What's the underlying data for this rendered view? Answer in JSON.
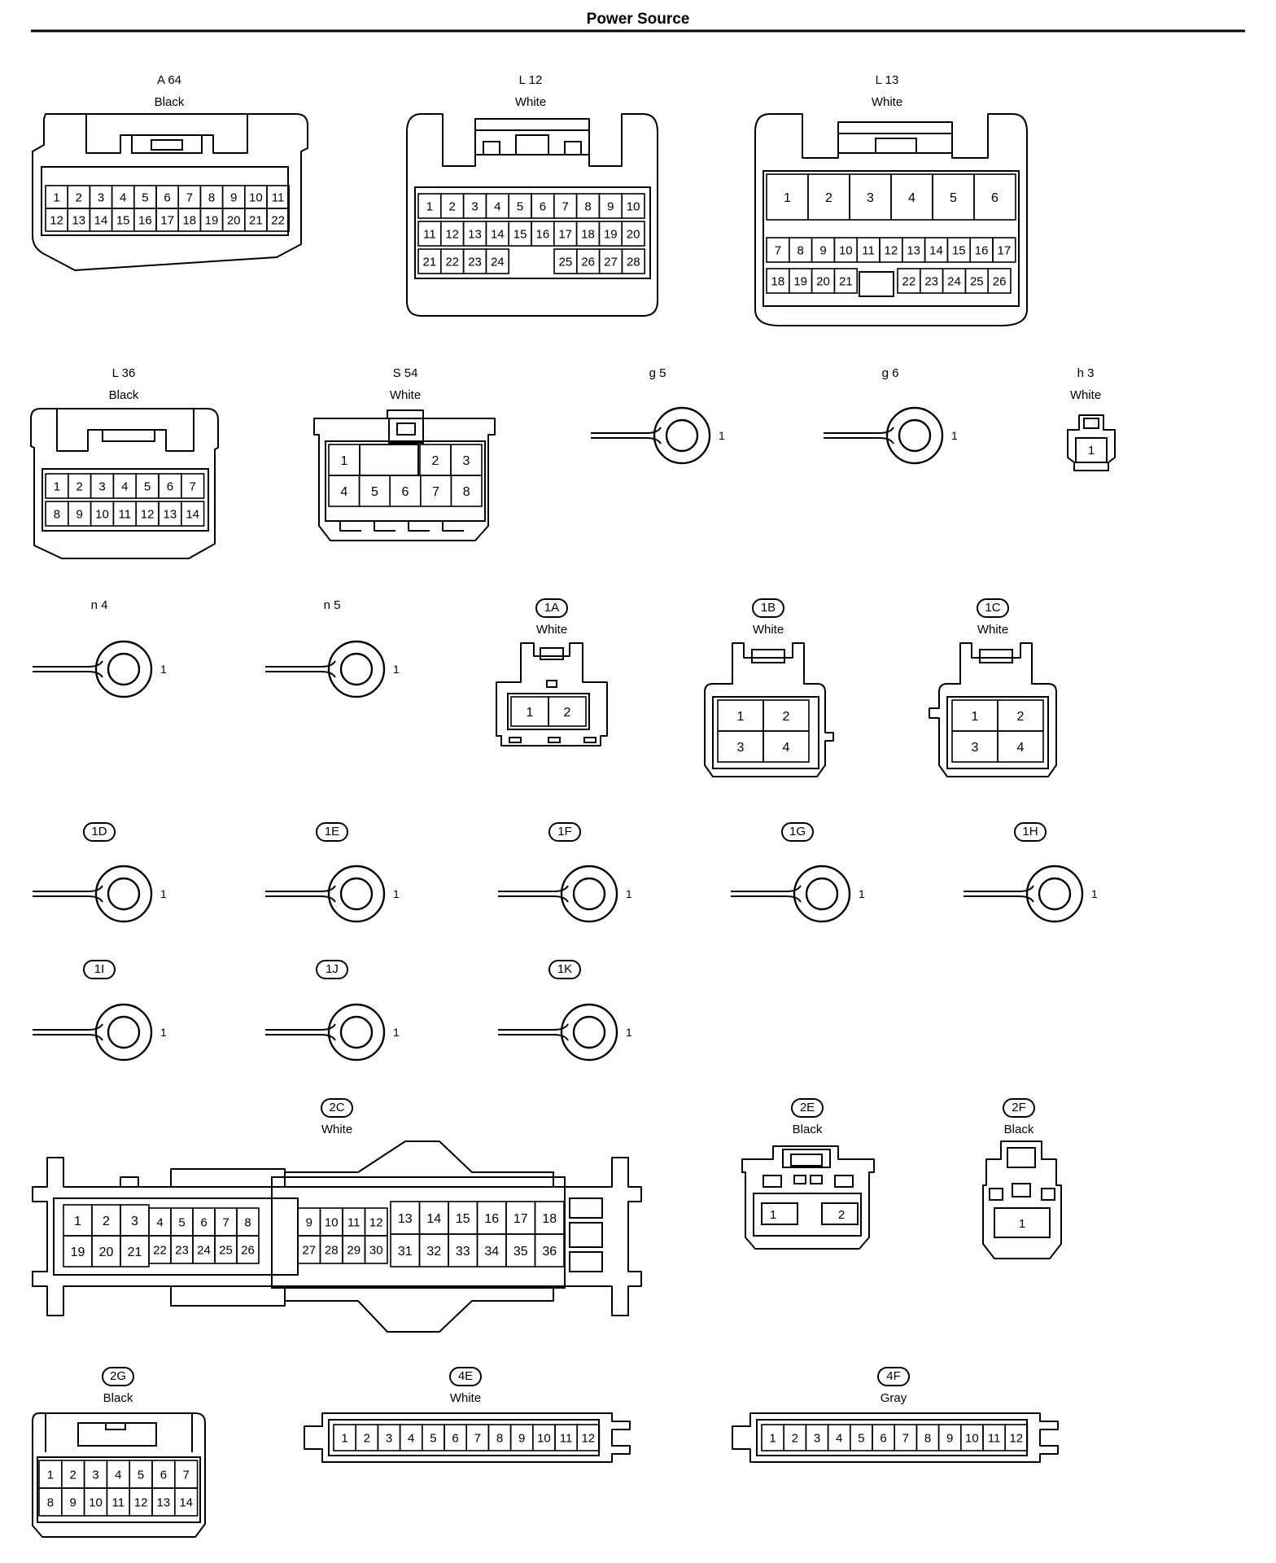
{
  "page": {
    "title": "Power Source"
  },
  "connectors": [
    {
      "id": "A 64",
      "color": "Black",
      "pins": [
        "1",
        "2",
        "3",
        "4",
        "5",
        "6",
        "7",
        "8",
        "9",
        "10",
        "11",
        "12",
        "13",
        "14",
        "15",
        "16",
        "17",
        "18",
        "19",
        "20",
        "21",
        "22"
      ]
    },
    {
      "id": "L 12",
      "color": "White",
      "pins": [
        "1",
        "2",
        "3",
        "4",
        "5",
        "6",
        "7",
        "8",
        "9",
        "10",
        "11",
        "12",
        "13",
        "14",
        "15",
        "16",
        "17",
        "18",
        "19",
        "20",
        "21",
        "22",
        "23",
        "24",
        "25",
        "26",
        "27",
        "28"
      ]
    },
    {
      "id": "L 13",
      "color": "White",
      "pins": [
        "1",
        "2",
        "3",
        "4",
        "5",
        "6",
        "7",
        "8",
        "9",
        "10",
        "11",
        "12",
        "13",
        "14",
        "15",
        "16",
        "17",
        "18",
        "19",
        "20",
        "21",
        "22",
        "23",
        "24",
        "25",
        "26"
      ]
    },
    {
      "id": "L 36",
      "color": "Black",
      "pins": [
        "1",
        "2",
        "3",
        "4",
        "5",
        "6",
        "7",
        "8",
        "9",
        "10",
        "11",
        "12",
        "13",
        "14"
      ]
    },
    {
      "id": "S 54",
      "color": "White",
      "pins": [
        "1",
        "2",
        "3",
        "4",
        "5",
        "6",
        "7",
        "8"
      ]
    },
    {
      "id": "g 5",
      "color": "",
      "pins": [
        "1"
      ]
    },
    {
      "id": "g 6",
      "color": "",
      "pins": [
        "1"
      ]
    },
    {
      "id": "h 3",
      "color": "White",
      "pins": [
        "1"
      ]
    },
    {
      "id": "n 4",
      "color": "",
      "pins": [
        "1"
      ]
    },
    {
      "id": "n 5",
      "color": "",
      "pins": [
        "1"
      ]
    },
    {
      "id": "1A",
      "color": "White",
      "pins": [
        "1",
        "2"
      ]
    },
    {
      "id": "1B",
      "color": "White",
      "pins": [
        "1",
        "2",
        "3",
        "4"
      ]
    },
    {
      "id": "1C",
      "color": "White",
      "pins": [
        "1",
        "2",
        "3",
        "4"
      ]
    },
    {
      "id": "1D",
      "color": "",
      "pins": [
        "1"
      ]
    },
    {
      "id": "1E",
      "color": "",
      "pins": [
        "1"
      ]
    },
    {
      "id": "1F",
      "color": "",
      "pins": [
        "1"
      ]
    },
    {
      "id": "1G",
      "color": "",
      "pins": [
        "1"
      ]
    },
    {
      "id": "1H",
      "color": "",
      "pins": [
        "1"
      ]
    },
    {
      "id": "1I",
      "color": "",
      "pins": [
        "1"
      ]
    },
    {
      "id": "1J",
      "color": "",
      "pins": [
        "1"
      ]
    },
    {
      "id": "1K",
      "color": "",
      "pins": [
        "1"
      ]
    },
    {
      "id": "2C",
      "color": "White",
      "pins": [
        "1",
        "2",
        "3",
        "4",
        "5",
        "6",
        "7",
        "8",
        "9",
        "10",
        "11",
        "12",
        "13",
        "14",
        "15",
        "16",
        "17",
        "18",
        "19",
        "20",
        "21",
        "22",
        "23",
        "24",
        "25",
        "26",
        "27",
        "28",
        "29",
        "30",
        "31",
        "32",
        "33",
        "34",
        "35",
        "36"
      ]
    },
    {
      "id": "2E",
      "color": "Black",
      "pins": [
        "1",
        "2"
      ]
    },
    {
      "id": "2F",
      "color": "Black",
      "pins": [
        "1"
      ]
    },
    {
      "id": "2G",
      "color": "Black",
      "pins": [
        "1",
        "2",
        "3",
        "4",
        "5",
        "6",
        "7",
        "8",
        "9",
        "10",
        "11",
        "12",
        "13",
        "14"
      ]
    },
    {
      "id": "4E",
      "color": "White",
      "pins": [
        "1",
        "2",
        "3",
        "4",
        "5",
        "6",
        "7",
        "8",
        "9",
        "10",
        "11",
        "12"
      ]
    },
    {
      "id": "4F",
      "color": "Gray",
      "pins": [
        "1",
        "2",
        "3",
        "4",
        "5",
        "6",
        "7",
        "8",
        "9",
        "10",
        "11",
        "12"
      ]
    }
  ]
}
